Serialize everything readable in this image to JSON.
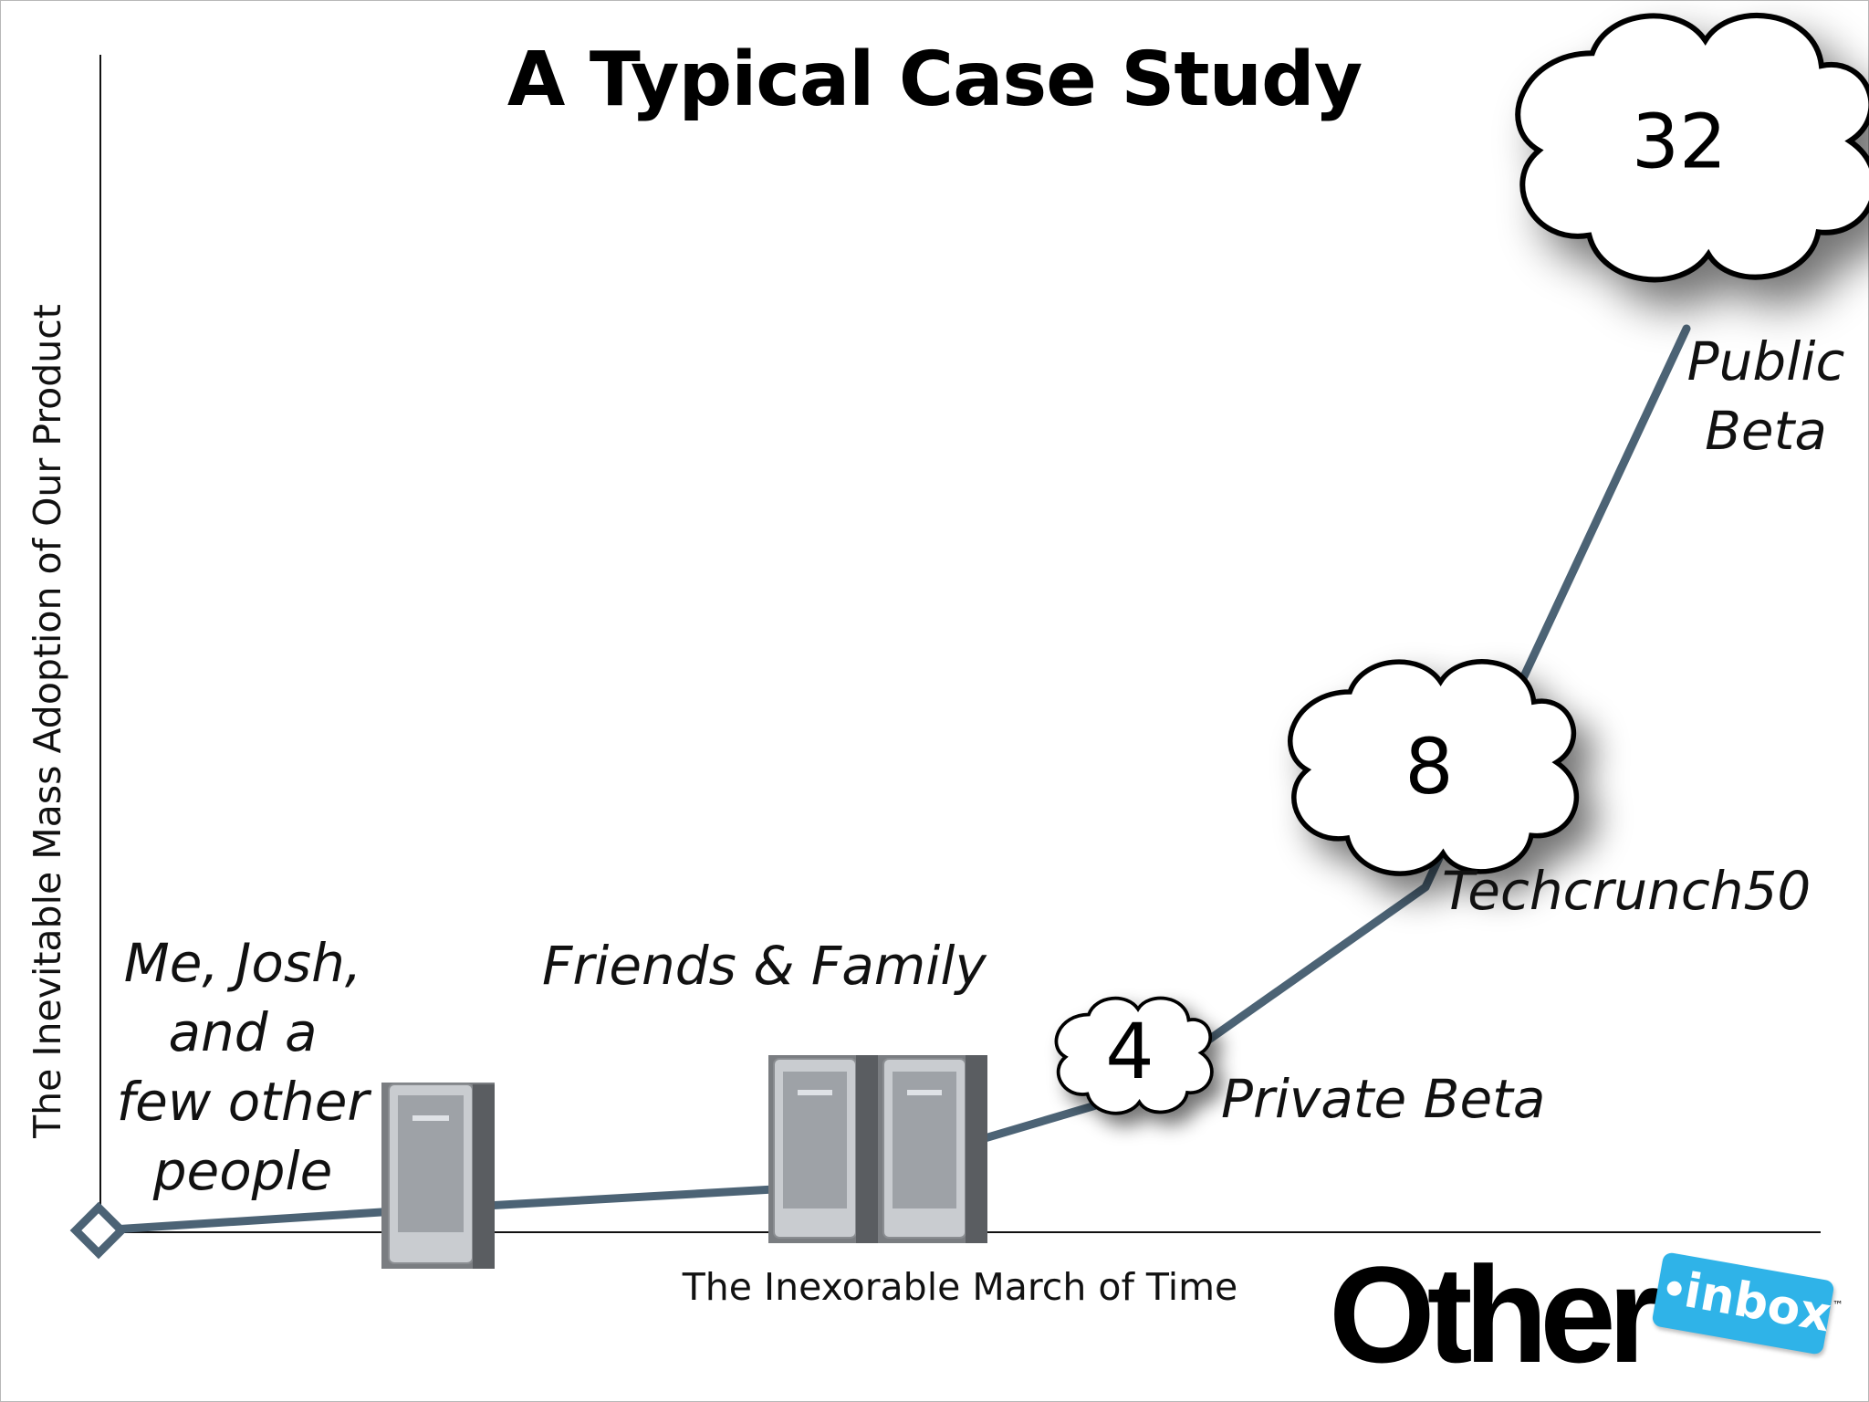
{
  "slide": {
    "title": "A Typical Case Study",
    "brand": {
      "word": "Other",
      "tag": "inbox",
      "tm": "™",
      "tag_color": "#2fb3e8"
    },
    "line_color": "#4c6375"
  },
  "chart_data": {
    "type": "line",
    "title": "A Typical Case Study",
    "xlabel": "The Inexorable March of Time",
    "ylabel": "The Inevitable Mass Adoption of Our Product",
    "grid": false,
    "series": [
      {
        "values": [
          0,
          1,
          2,
          4,
          8,
          32
        ]
      }
    ],
    "annotations": [
      {
        "text": [
          "Me, Josh,",
          "and a",
          "few other",
          "people"
        ],
        "stage": 1
      },
      {
        "text": [
          "Friends & Family"
        ],
        "stage": 2
      },
      {
        "text": [
          "Private Beta"
        ],
        "stage": 3,
        "bubble": "4"
      },
      {
        "text": [
          "Techcrunch50"
        ],
        "stage": 4,
        "bubble": "8"
      },
      {
        "text": [
          "Public",
          "Beta"
        ],
        "stage": 5,
        "bubble": "32"
      }
    ],
    "icons": [
      "computer-tower-icon",
      "computer-tower-icon",
      "computer-tower-icon"
    ]
  }
}
